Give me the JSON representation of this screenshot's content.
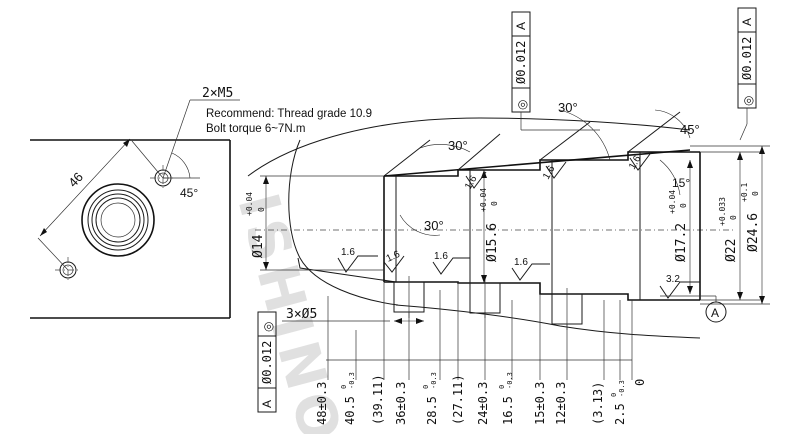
{
  "watermark": "ISHINO",
  "left_view": {
    "hole_callout": "2×M5",
    "note_1": "Recommend: Thread grade 10.9",
    "note_2": "Bolt torque 6~7N.m",
    "dim_46": "46",
    "angle_45": "45°"
  },
  "datum_a_label": "A",
  "frames": {
    "top_center": {
      "symbol": "◎",
      "value": "Ø0.012",
      "datum": "A"
    },
    "top_right": {
      "symbol": "◎",
      "value": "Ø0.012",
      "datum": "A"
    },
    "bottom_left": {
      "symbol": "◎",
      "value": "Ø0.012",
      "datum": "A"
    }
  },
  "angles": {
    "a30_top": "30°",
    "a30_left": "30°",
    "a30_mid": "30°",
    "a45": "45°",
    "a15": "15°"
  },
  "roughness": [
    "1.6",
    "1.6",
    "1.6",
    "1.6",
    "1.6",
    "1.6",
    "1.6",
    "3.2"
  ],
  "diameters": {
    "d14": {
      "main": "Ø14",
      "tol_up": "+0.04",
      "tol_lo": "0"
    },
    "d15_6": {
      "main": "Ø15.6",
      "tol_up": "+0.04",
      "tol_lo": "0"
    },
    "d17_2": {
      "main": "Ø17.2",
      "tol_up": "+0.04",
      "tol_lo": "0"
    },
    "d22": {
      "main": "Ø22",
      "tol_up": "+0.033",
      "tol_lo": "0"
    },
    "d24_6": {
      "main": "Ø24.6",
      "tol_up": "+0.1",
      "tol_lo": "0"
    }
  },
  "holes_callout": "3×Ø5",
  "length_dims": [
    {
      "main": "48±0.3"
    },
    {
      "main": "40.5",
      "tol_up": "0",
      "tol_lo": "-0.3"
    },
    {
      "main": "(39.11)"
    },
    {
      "main": "36±0.3"
    },
    {
      "main": "28.5",
      "tol_up": "0",
      "tol_lo": "-0.3"
    },
    {
      "main": "(27.11)"
    },
    {
      "main": "24±0.3"
    },
    {
      "main": "16.5",
      "tol_up": "0",
      "tol_lo": "-0.3"
    },
    {
      "main": "15±0.3"
    },
    {
      "main": "12±0.3"
    },
    {
      "main": "(3.13)"
    },
    {
      "main": "2.5",
      "tol_up": "0",
      "tol_lo": "-0.3"
    },
    {
      "main": "0"
    }
  ]
}
